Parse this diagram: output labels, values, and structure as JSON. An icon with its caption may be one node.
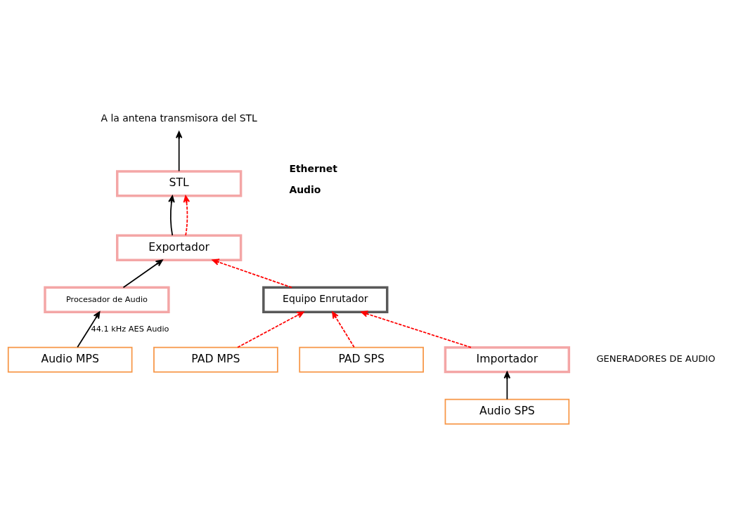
{
  "diagram": {
    "nodes": [
      {
        "text": [
          "A la antena transmisora del STL"
        ]
      },
      {
        "text": [
          "STL"
        ]
      },
      {
        "text": [
          "Exportador"
        ]
      },
      {
        "text": [
          "Procesador de Audio"
        ]
      },
      {
        "text": [
          "Audio MPS"
        ]
      },
      {
        "text": [
          "PAD MPS"
        ]
      },
      {
        "text": [
          "PAD SPS"
        ]
      },
      {
        "text": [
          "Audio SPS"
        ]
      },
      {
        "text": [
          "Equipo Enrutador"
        ]
      },
      {
        "text": [
          "Importador"
        ]
      }
    ],
    "edges": [
      {
        "from": 1,
        "to": 0,
        "arrow": "to",
        "color": "#000000"
      },
      {
        "from": 2,
        "to": 1,
        "arrow": "to",
        "color": "#000000"
      },
      {
        "from": 2,
        "to": 1,
        "arrow": "to",
        "style": "dashed",
        "color": "#ff0000"
      },
      {
        "from": 3,
        "to": 2,
        "arrow": "to",
        "color": "#000000"
      },
      {
        "from": 4,
        "to": 3,
        "arrow": "to",
        "label": "44.1 kHz AES Audio",
        "color": "#000000"
      },
      {
        "from": 5,
        "to": 8,
        "arrow": "to",
        "style": "dashed",
        "color": "#ff0000"
      },
      {
        "from": 6,
        "to": 8,
        "arrow": "to",
        "style": "dashed",
        "color": "#ff0000"
      },
      {
        "from": 8,
        "to": 2,
        "arrow": "to",
        "style": "dashed",
        "color": "#ff0000"
      },
      {
        "from": 9,
        "to": 8,
        "arrow": "to",
        "style": "dashed",
        "color": "#ff0000"
      },
      {
        "from": 7,
        "to": 9,
        "arrow": "to",
        "color": "#000000"
      }
    ],
    "labels": [
      "GENERADORES DE AUDIO"
    ],
    "legend": [
      {
        "text": "Ethernet"
      },
      {
        "text": "Audio"
      }
    ]
  }
}
